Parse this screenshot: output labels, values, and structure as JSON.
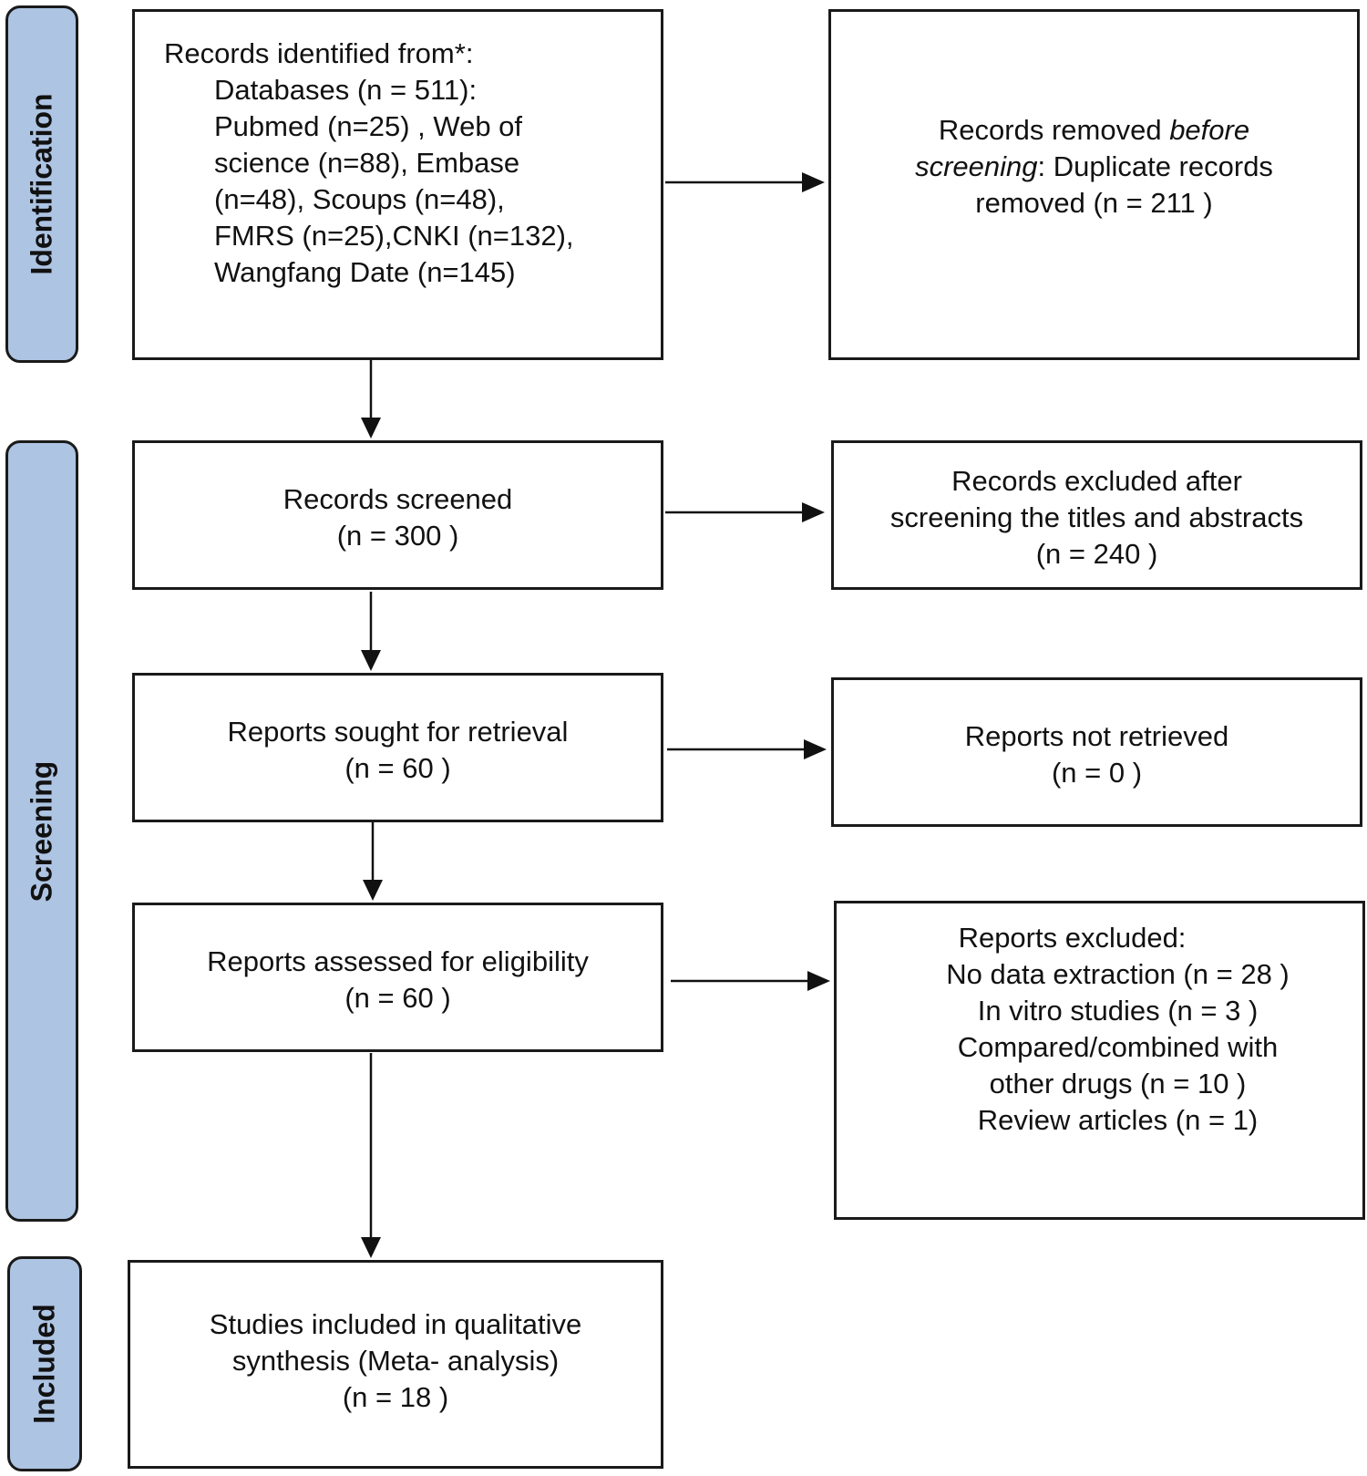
{
  "phases": {
    "identification": "Identification",
    "screening": "Screening",
    "included": "Included"
  },
  "boxes": {
    "identified": {
      "heading": "Records identified from*:",
      "databases": "Databases (n = 511):",
      "sources_lines": [
        "Pubmed (n=25) , Web of",
        "science (n=88), Embase",
        "(n=48), Scoups (n=48),",
        "FMRS (n=25),CNKI (n=132),",
        "Wangfang Date (n=145)"
      ]
    },
    "removed": {
      "text_a": "Records removed ",
      "text_b": "before",
      "text_c": "screening",
      "text_d": ": Duplicate records",
      "line3": "removed  (n = 211 )"
    },
    "screened": {
      "title": "Records screened",
      "count": "(n = 300 )"
    },
    "excluded_screen": {
      "lines": [
        "Records excluded after",
        "screening the titles and abstracts",
        "(n =  240 )"
      ]
    },
    "sought": {
      "title": "Reports sought for retrieval",
      "count": "(n = 60 )"
    },
    "not_retrieved": {
      "title": "Reports not retrieved",
      "count": "(n = 0 )"
    },
    "assessed": {
      "title": "Reports assessed for eligibility",
      "count": "(n = 60 )"
    },
    "reports_excluded": {
      "heading": "Reports excluded:",
      "reasons": [
        "No data extraction (n = 28 )",
        "In vitro studies (n = 3 )",
        "Compared/combined with",
        "other drugs (n = 10 )",
        "Review articles (n = 1)"
      ]
    },
    "included": {
      "lines": [
        "Studies included in qualitative",
        "synthesis (Meta- analysis)",
        "(n = 18 )"
      ]
    }
  }
}
